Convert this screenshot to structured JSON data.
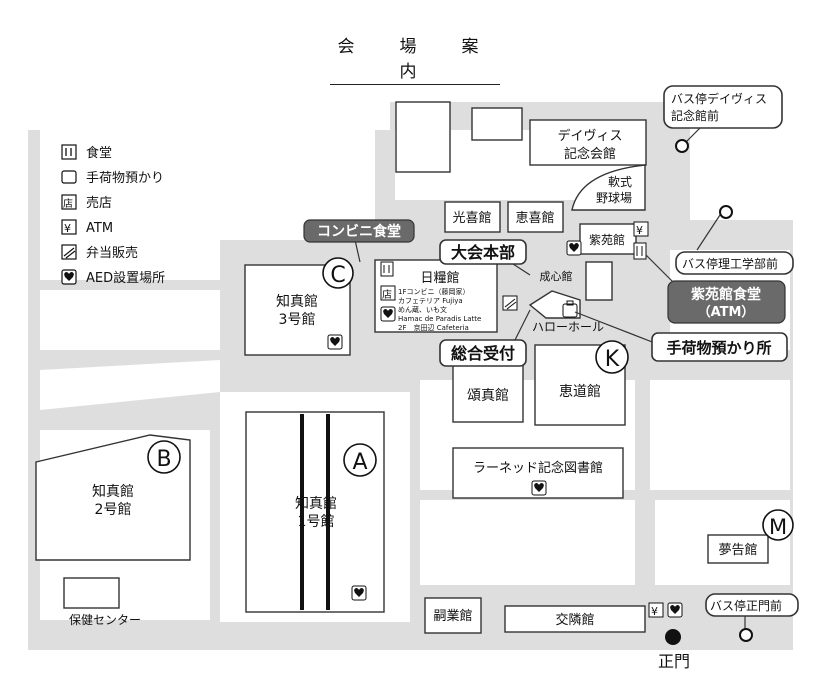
{
  "title": "会　場　案　内",
  "legend": [
    {
      "icon": "restaurant-icon",
      "label": "食堂"
    },
    {
      "icon": "luggage-icon",
      "label": "手荷物預かり"
    },
    {
      "icon": "store-icon",
      "label": "売店"
    },
    {
      "icon": "yen-icon",
      "label": "ATM"
    },
    {
      "icon": "bento-icon",
      "label": "弁当販売"
    },
    {
      "icon": "aed-icon",
      "label": "AED設置場所"
    }
  ],
  "buildings": {
    "daivis": [
      "デイヴィス",
      "記念会館"
    ],
    "softball": [
      "軟式",
      "野球場"
    ],
    "kouki": "光喜館",
    "keiki": "恵喜館",
    "shien": "紫苑館",
    "chishin3": [
      "知真館",
      "3号館"
    ],
    "nikkou": "日糧館",
    "seishin": "成心館",
    "nikkou_info": [
      "1Fコンビニ（藤岡家）",
      "カフェテリア Fujiya",
      "めん蔵、いも文",
      "Hamac de Paradis Latte",
      "2F　京田辺 Cafeteria"
    ],
    "hello_hall": "ハローホール",
    "shoshin": "頌真館",
    "keidou": "恵道館",
    "learned": "ラーネッド記念図書館",
    "chishin2": [
      "知真館",
      "2号館"
    ],
    "chishin1": [
      "知真館",
      "1号館"
    ],
    "hoken": "保健センター",
    "shigyou": "嗣業館",
    "kourin": "交隣館",
    "mukoku": "夢告館"
  },
  "zones": [
    "C",
    "B",
    "A",
    "K",
    "M"
  ],
  "callouts": {
    "conveni": "コンビニ食堂",
    "honbu": "大会本部",
    "uketsuke": "総合受付",
    "shien_shokudo": [
      "紫苑館食堂",
      "（ATM）"
    ],
    "tenimotsu": "手荷物預かり所"
  },
  "bus_stops": {
    "daivis": [
      "バス停デイヴィス",
      "記念館前"
    ],
    "riko": "バス停理工学部前",
    "seimon": "バス停正門前"
  },
  "gate": "正門",
  "colors": {
    "road": "#dedede",
    "dark_callout": "#6a6a6a",
    "border": "#333333"
  }
}
